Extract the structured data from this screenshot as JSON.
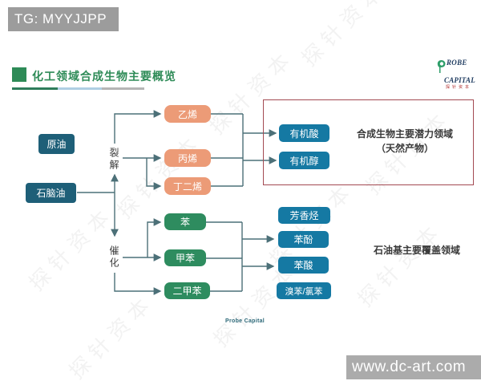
{
  "top_bar": {
    "text": "TG: MYYJJPP"
  },
  "header": {
    "title": "化工领域合成生物主要概览"
  },
  "logo": {
    "probe": "ROBE",
    "capital": "CAPITAL",
    "cn": "探针资本"
  },
  "diagram": {
    "crude_oil": "原油",
    "naphtha": "石脑油",
    "cracking": "裂解",
    "catalysis": "催化",
    "olefins": [
      "乙烯",
      "丙烯",
      "丁二烯"
    ],
    "aromatics_feed": [
      "苯",
      "甲苯",
      "二甲苯"
    ],
    "bio_products": [
      "有机酸",
      "有机醇"
    ],
    "petro_products": [
      "芳香烃",
      "苯酚",
      "苯酸",
      "溴苯/氯苯"
    ],
    "bio_note_line1": "合成生物主要潜力领域",
    "bio_note_line2": "（天然产物）",
    "petro_note": "石油基主要覆盖领域",
    "footer": "Probe Capital"
  },
  "watermark": {
    "diagonal": "探针资本",
    "url_bar": "www.dc-art.com"
  },
  "colors": {
    "top_bar_gray": "#9c9c9c",
    "title_green": "#2e8b57",
    "node_teal_dark": "#1e5f78",
    "node_teal": "#1579a3",
    "node_orange": "#ec9b77",
    "node_green": "#2e8c5f",
    "connector": "#4c7078",
    "red_frame": "#a34a52",
    "bottom_bar_gray": "#ababab"
  }
}
